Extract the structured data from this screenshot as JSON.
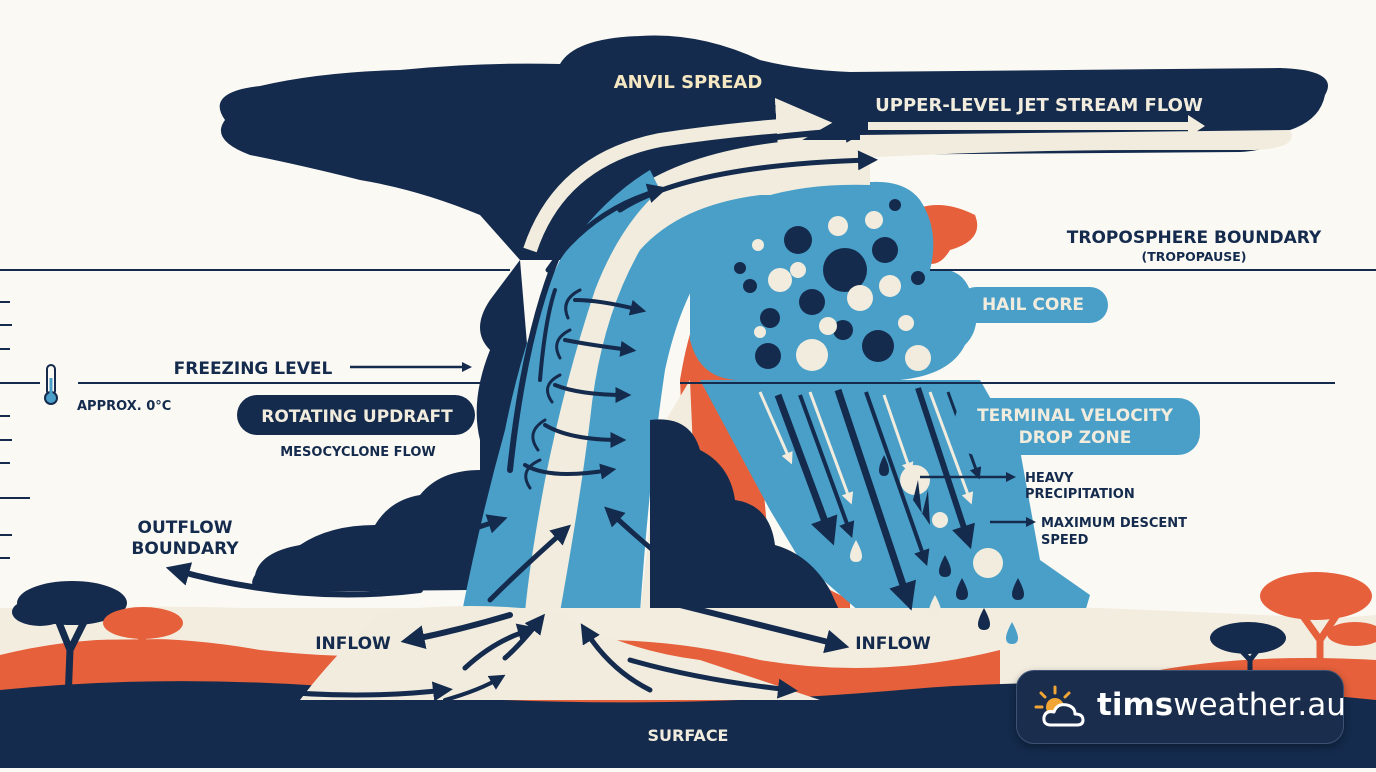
{
  "labels": {
    "anvil": "ANVIL SPREAD",
    "jet": "UPPER-LEVEL JET STREAM FLOW",
    "tropo_title": "TROPOSPHERE BOUNDARY",
    "tropo_sub": "(TROPOPAUSE)",
    "hail_core": "HAIL CORE",
    "freezing": "FREEZING LEVEL",
    "approx": "APPROX. 0°C",
    "rotating": "ROTATING UPDRAFT",
    "mesocyclone": "MESOCYCLONE FLOW",
    "terminal_1": "TERMINAL VELOCITY",
    "terminal_2": "DROP ZONE",
    "heavy_1": "HEAVY",
    "heavy_2": "PRECIPITATION",
    "max_1": "MAXIMUM DESCENT",
    "max_2": "SPEED",
    "outflow_1": "OUTFLOW",
    "outflow_2": "BOUNDARY",
    "inflow_left": "INFLOW",
    "inflow_right": "INFLOW",
    "surface": "SURFACE"
  },
  "brand": {
    "bold": "tims",
    "light": "weather.au"
  },
  "icons": {
    "thermometer": "thermometer-icon",
    "logo": "sun-cloud-icon"
  },
  "colors": {
    "navy": "#142b4d",
    "blue": "#4a9fc8",
    "orange": "#e5603b",
    "cream": "#f1ecdd",
    "bg": "#fbf9f3"
  }
}
